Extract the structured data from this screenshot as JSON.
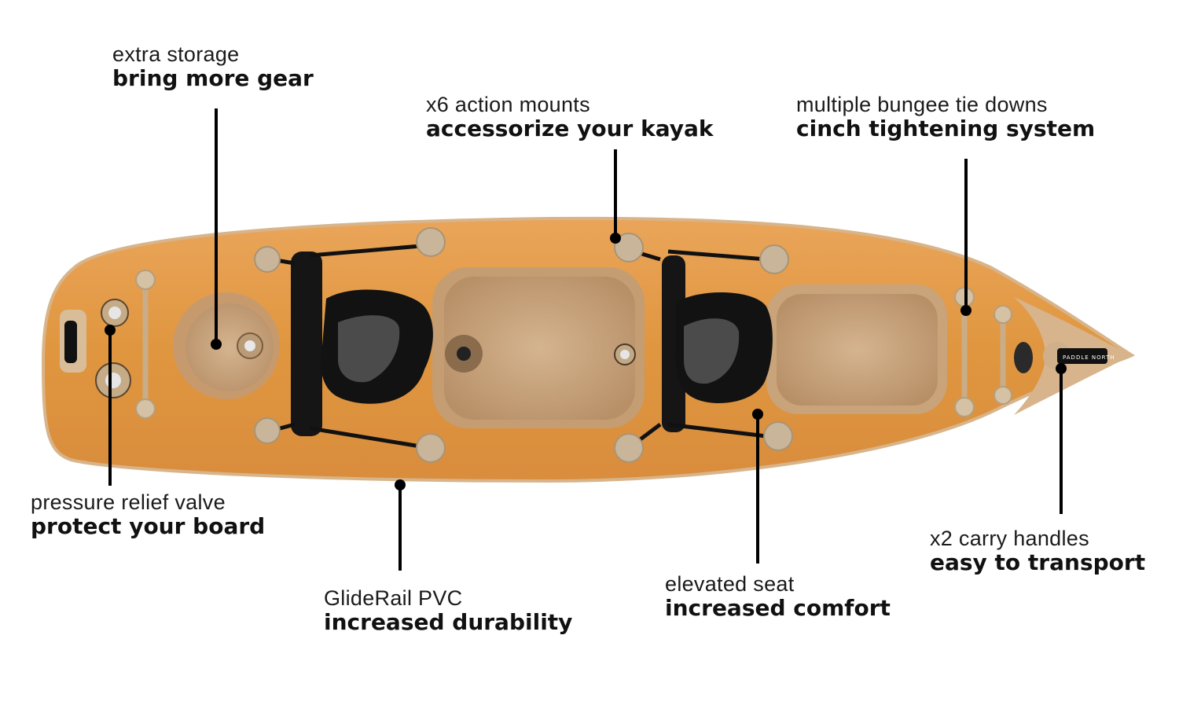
{
  "diagram": {
    "subject": "Tandem inflatable kayak, top view",
    "colors": {
      "hull": "#e39a4f",
      "hull_dark": "#c97e36",
      "rail": "#d6b58d",
      "well": "#b8946b",
      "seat": "#111111",
      "seat_pad": "#4a4a4a",
      "leader": "#000000"
    },
    "callouts": [
      {
        "id": "storage",
        "title": "extra storage",
        "subtitle": "bring more gear"
      },
      {
        "id": "mounts",
        "title": "x6 action mounts",
        "subtitle": "accessorize your kayak"
      },
      {
        "id": "bungee",
        "title": "multiple bungee tie downs",
        "subtitle": "cinch tightening system"
      },
      {
        "id": "valve",
        "title": "pressure relief valve",
        "subtitle": "protect your board"
      },
      {
        "id": "rail",
        "title": "GlideRail PVC",
        "subtitle": "increased durability"
      },
      {
        "id": "seat",
        "title": "elevated seat",
        "subtitle": "increased comfort"
      },
      {
        "id": "handles",
        "title": "x2 carry handles",
        "subtitle": "easy to transport"
      }
    ],
    "handle_brand": "PADDLE NORTH"
  }
}
